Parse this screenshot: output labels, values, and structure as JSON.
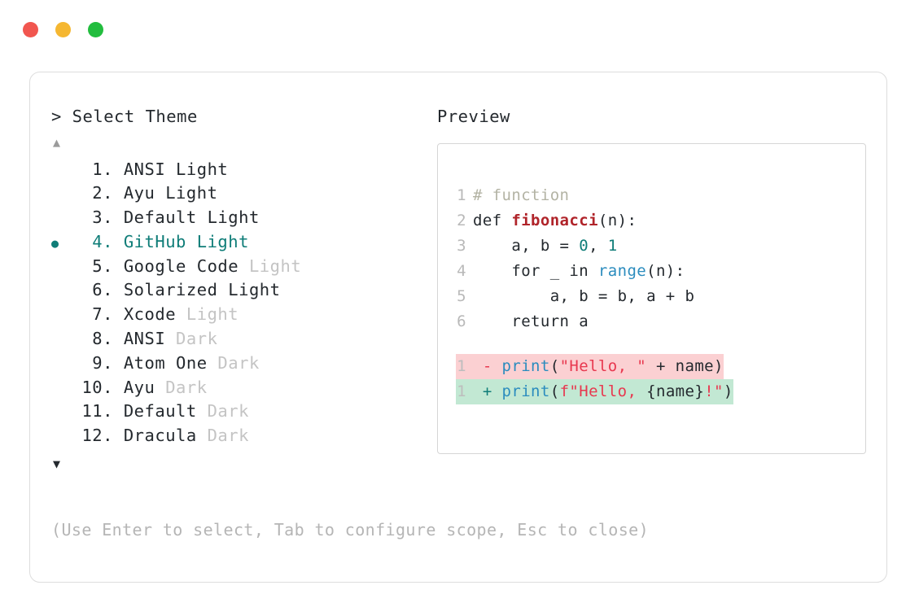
{
  "window": {
    "dots": [
      {
        "name": "close",
        "color": "#f1564f"
      },
      {
        "name": "minimize",
        "color": "#f5b731"
      },
      {
        "name": "maximize",
        "color": "#22bd3e"
      }
    ]
  },
  "accent": {
    "selected": "#0f7d78",
    "muted": "#c4c4c4",
    "text": "#24292e"
  },
  "selector": {
    "prompt": "> Select Theme",
    "scroll_up": "▲",
    "scroll_down": "▼",
    "selected_index": 4,
    "bullet": "●",
    "items": [
      {
        "num": " 1.",
        "name": "ANSI",
        "variant": " Light",
        "variant_dim": false
      },
      {
        "num": " 2.",
        "name": "Ayu",
        "variant": " Light",
        "variant_dim": false
      },
      {
        "num": " 3.",
        "name": "Default",
        "variant": " Light",
        "variant_dim": false
      },
      {
        "num": " 4.",
        "name": "GitHub",
        "variant": " Light",
        "variant_dim": false
      },
      {
        "num": " 5.",
        "name": "Google Code",
        "variant": " Light",
        "variant_dim": true
      },
      {
        "num": " 6.",
        "name": "Solarized",
        "variant": " Light",
        "variant_dim": false
      },
      {
        "num": " 7.",
        "name": "Xcode",
        "variant": " Light",
        "variant_dim": true
      },
      {
        "num": " 8.",
        "name": "ANSI",
        "variant": " Dark",
        "variant_dim": true
      },
      {
        "num": " 9.",
        "name": "Atom One",
        "variant": " Dark",
        "variant_dim": true
      },
      {
        "num": "10.",
        "name": "Ayu",
        "variant": " Dark",
        "variant_dim": true
      },
      {
        "num": "11.",
        "name": "Default",
        "variant": " Dark",
        "variant_dim": true
      },
      {
        "num": "12.",
        "name": "Dracula",
        "variant": " Dark",
        "variant_dim": true
      }
    ]
  },
  "preview": {
    "label": "Preview",
    "code_lines": [
      {
        "num": "1",
        "tokens": [
          {
            "t": "# function",
            "c": "tok-comment"
          }
        ]
      },
      {
        "num": "2",
        "tokens": [
          {
            "t": "def ",
            "c": "tok-keyword"
          },
          {
            "t": "fibonacci",
            "c": "tok-fn"
          },
          {
            "t": "(n):",
            "c": "tok-paren"
          }
        ]
      },
      {
        "num": "3",
        "tokens": [
          {
            "t": "    a, b = ",
            "c": "tok-plain"
          },
          {
            "t": "0",
            "c": "tok-num"
          },
          {
            "t": ", ",
            "c": "tok-plain"
          },
          {
            "t": "1",
            "c": "tok-num"
          }
        ]
      },
      {
        "num": "4",
        "tokens": [
          {
            "t": "    for _ in ",
            "c": "tok-plain"
          },
          {
            "t": "range",
            "c": "tok-builtin"
          },
          {
            "t": "(n):",
            "c": "tok-paren"
          }
        ]
      },
      {
        "num": "5",
        "tokens": [
          {
            "t": "        a, b = b, a + b",
            "c": "tok-plain"
          }
        ]
      },
      {
        "num": "6",
        "tokens": [
          {
            "t": "    return a",
            "c": "tok-plain"
          }
        ]
      }
    ],
    "diff_lines": [
      {
        "kind": "del",
        "num": "1",
        "sign": " - ",
        "tokens": [
          {
            "t": "print",
            "c": "tok-print"
          },
          {
            "t": "(",
            "c": "tok-paren"
          },
          {
            "t": "\"Hello, \"",
            "c": "tok-string"
          },
          {
            "t": " + name",
            "c": "tok-plain"
          },
          {
            "t": ")",
            "c": "tok-paren"
          }
        ]
      },
      {
        "kind": "add",
        "num": "1",
        "sign": " + ",
        "tokens": [
          {
            "t": "print",
            "c": "tok-print"
          },
          {
            "t": "(",
            "c": "tok-paren"
          },
          {
            "t": "f\"Hello, ",
            "c": "tok-string"
          },
          {
            "t": "{name}",
            "c": "tok-plain"
          },
          {
            "t": "!\"",
            "c": "tok-string"
          },
          {
            "t": ")",
            "c": "tok-paren"
          }
        ]
      }
    ],
    "colors": {
      "diff_del_bg": "#fbd0d2",
      "diff_add_bg": "#c2e8d3"
    }
  },
  "footer": {
    "hint": "(Use Enter to select, Tab to configure scope, Esc to close)"
  }
}
